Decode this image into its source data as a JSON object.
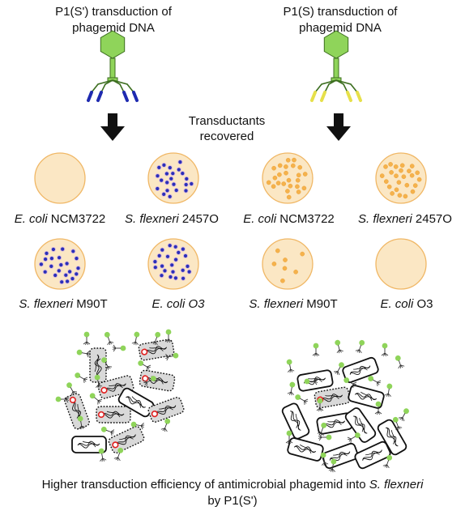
{
  "titles": {
    "left_line1": "P1(S') transduction of",
    "left_line2": "phagemid DNA",
    "right_line1": "P1(S) transduction of",
    "right_line2": "phagemid DNA",
    "middle_line1": "Transductants",
    "middle_line2": "recovered"
  },
  "plates": [
    {
      "genus": "E. coli",
      "strain": "NCM3722",
      "colonies": "none"
    },
    {
      "genus": "S. flexneri",
      "strain": "2457O",
      "colonies": "many-blue"
    },
    {
      "genus": "E. coli",
      "strain": "NCM3722",
      "colonies": "many-orange"
    },
    {
      "genus": "S. flexneri",
      "strain": "2457O",
      "colonies": "many-orange"
    },
    {
      "genus": "S. flexneri",
      "strain": "M90T",
      "colonies": "many-blue"
    },
    {
      "genus": "E. coli",
      "strain": "O3",
      "colonies": "many-blue"
    },
    {
      "genus": "S. flexneri",
      "strain": "M90T",
      "colonies": "few-orange"
    },
    {
      "genus": "E. coli",
      "strain": "O3",
      "colonies": "none"
    }
  ],
  "caption": {
    "line1_prefix": "Higher transduction efficiency of antimicrobial phagemid into ",
    "line1_italic": "S. flexneri",
    "line2": "by P1(S')"
  },
  "colors": {
    "phage_head": "#8fd45a",
    "tail_left": "#1f2bb0",
    "tail_right": "#e6e04a",
    "plate_fill": "#fbe7c4",
    "plate_edge": "#f0b765",
    "colony_blue": "#2a2fb8",
    "colony_orange": "#f5b24c",
    "cell_fill": "#d9d9d9",
    "marker_red": "#e02020"
  }
}
